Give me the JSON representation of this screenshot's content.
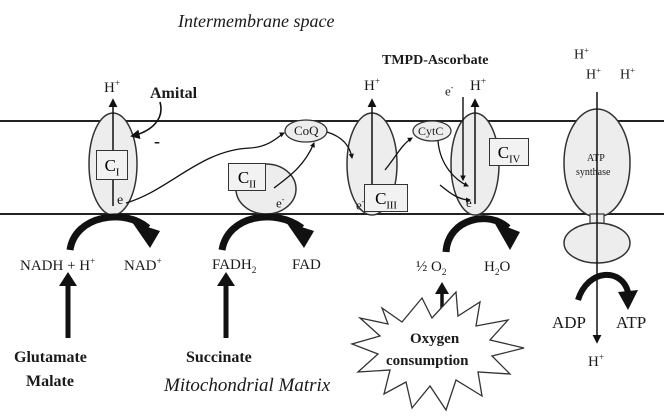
{
  "regions": {
    "intermembrane": "Intermembrane space",
    "matrix": "Mitochondrial Matrix"
  },
  "complexes": {
    "c1": {
      "main": "C",
      "sub": "I"
    },
    "c2": {
      "main": "C",
      "sub": "II"
    },
    "c3": {
      "main": "C",
      "sub": "III"
    },
    "c4": {
      "main": "C",
      "sub": "IV"
    },
    "coq": "CoQ",
    "cytc": "CytC",
    "atp_synthase": {
      "line1": "ATP",
      "line2": "synthase"
    }
  },
  "inhibitors": {
    "amital": "Amital",
    "minus": "-",
    "tmpd": "TMPD-Ascorbate"
  },
  "protons": {
    "h_base": "H",
    "plus": "+"
  },
  "electron": {
    "base": "e",
    "minus": "-"
  },
  "substrates": {
    "nadh": "NADH + H",
    "nad": "NAD",
    "fadh": "FADH",
    "fadh_sub": "2",
    "fad": "FAD",
    "half_o2_a": "½ O",
    "half_o2_sub": "2",
    "h2o_a": "H",
    "h2o_sub": "2",
    "h2o_b": "O",
    "adp": "ADP",
    "atp": "ATP"
  },
  "inputs": {
    "glutamate": "Glutamate",
    "malate": "Malate",
    "succinate": "Succinate",
    "oxygen_line1": "Oxygen",
    "oxygen_line2": "consumption"
  }
}
